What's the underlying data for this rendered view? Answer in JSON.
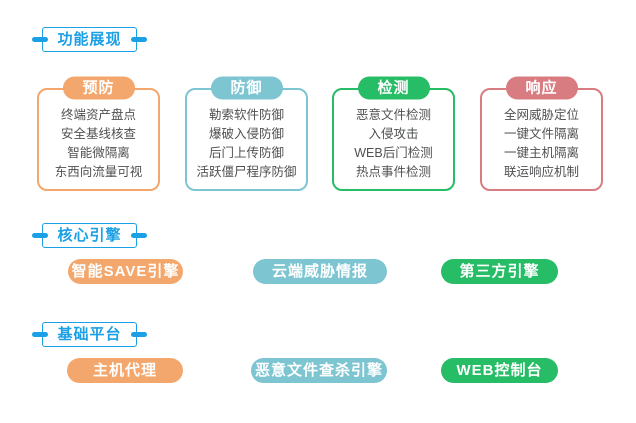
{
  "colors": {
    "accent_blue": "#1b9fe5",
    "orange": "#f3a76c",
    "teal": "#7ec5d2",
    "green": "#27bc66",
    "red": "#d97c81",
    "item_text": "#4f5052",
    "background": "#ffffff"
  },
  "sections": [
    {
      "label": "功能展现"
    },
    {
      "label": "核心引擎"
    },
    {
      "label": "基础平台"
    }
  ],
  "feature_cards": [
    {
      "title": "预防",
      "color": "#f3a76c",
      "items": [
        "终端资产盘点",
        "安全基线核查",
        "智能微隔离",
        "东西向流量可视"
      ]
    },
    {
      "title": "防御",
      "color": "#7ec5d2",
      "items": [
        "勒索软件防御",
        "爆破入侵防御",
        "后门上传防御",
        "活跃僵尸程序防御"
      ]
    },
    {
      "title": "检测",
      "color": "#27bc66",
      "items": [
        "恶意文件检测",
        "入侵攻击",
        "WEB后门检测",
        "热点事件检测"
      ]
    },
    {
      "title": "响应",
      "color": "#d97c81",
      "items": [
        "全网威胁定位",
        "一键文件隔离",
        "一键主机隔离",
        "联运响应机制"
      ]
    }
  ],
  "core_engines": [
    {
      "label": "智能SAVE引擎",
      "color": "#f3a76c"
    },
    {
      "label": "云端威胁情报",
      "color": "#7ec5d2"
    },
    {
      "label": "第三方引擎",
      "color": "#27bc66"
    }
  ],
  "base_platform": [
    {
      "label": "主机代理",
      "color": "#f3a76c"
    },
    {
      "label": "恶意文件查杀引擎",
      "color": "#7ec5d2"
    },
    {
      "label": "WEB控制台",
      "color": "#27bc66"
    }
  ]
}
